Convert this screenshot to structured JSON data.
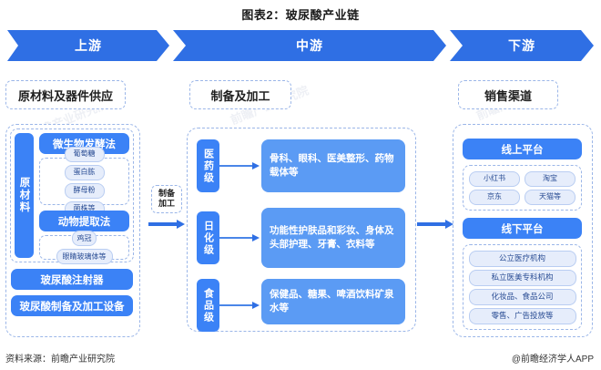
{
  "title": "图表2：玻尿酸产业链",
  "banner": {
    "segments": [
      {
        "label": "上游"
      },
      {
        "label": "中游"
      },
      {
        "label": "下游"
      }
    ]
  },
  "sections": {
    "upstream_header": "原材料及器件供应",
    "midstream_header": "制备及加工",
    "downstream_header": "销售渠道"
  },
  "upstream": {
    "vertical_label": "原材料",
    "methods": [
      {
        "name": "微生物发酵法",
        "items": [
          "葡萄糖",
          "蛋白胨",
          "酵母粉",
          "菌株等"
        ]
      },
      {
        "name": "动物提取法",
        "items": [
          "鸡冠",
          "眼睛玻璃体等"
        ]
      }
    ],
    "equipment": [
      "玻尿酸注射器",
      "玻尿酸制备及加工设备"
    ]
  },
  "connector": {
    "label_line1": "制备",
    "label_line2": "加工"
  },
  "midstream": {
    "grades": [
      {
        "label": "医药级",
        "applications": "骨科、眼科、医美整形、药物载体等"
      },
      {
        "label": "日化级",
        "applications": "功能性护肤品和彩妆、身体及头部护理、牙膏、衣料等"
      },
      {
        "label": "食品级",
        "applications": "保健品、糖果、啤酒饮料矿泉水等"
      }
    ]
  },
  "downstream": {
    "channels": [
      {
        "name": "线上平台",
        "items": [
          "小红书",
          "淘宝",
          "京东",
          "天猫等"
        ]
      },
      {
        "name": "线下平台",
        "items": [
          "公立医疗机构",
          "私立医美专科机构",
          "化妆品、食品公司",
          "零售、广告投放等"
        ]
      }
    ]
  },
  "footer": {
    "source": "资料来源：前瞻产业研究院",
    "credit": "@前瞻经济学人APP"
  },
  "watermarks": [
    "前瞻产业研究院",
    "前瞻产业研究院",
    "前瞻产业研究院",
    "前瞻产业研究院",
    "前瞻产业研究院",
    "前瞻产业研究院"
  ],
  "colors": {
    "banner_blue": "#2f6fe4",
    "bar_blue": "#3b82f6",
    "soft_blue": "#5b9bf4",
    "chip_bg": "#e6edfb",
    "dash_border": "#9bb6e8"
  }
}
